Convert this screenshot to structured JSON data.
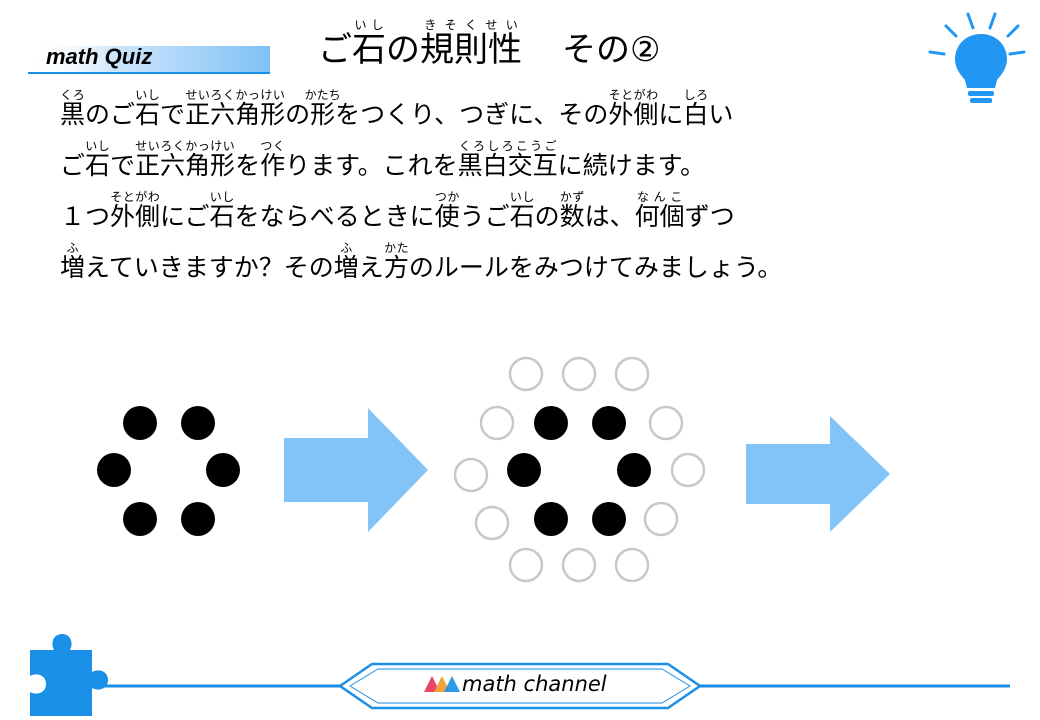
{
  "header": {
    "banner_label": "math Quiz",
    "title": [
      {
        "base": "ご",
        "ruby": ""
      },
      {
        "base": "石",
        "ruby": "いし"
      },
      {
        "base": "の",
        "ruby": ""
      },
      {
        "base": "規則性",
        "ruby": "きそくせい"
      }
    ],
    "title_suffix": "その②"
  },
  "question": {
    "lines": [
      [
        {
          "base": "黒",
          "ruby": "くろ"
        },
        {
          "base": "のご",
          "ruby": ""
        },
        {
          "base": "石",
          "ruby": "いし"
        },
        {
          "base": "で",
          "ruby": ""
        },
        {
          "base": "正六角形",
          "ruby": "せいろくかっけい"
        },
        {
          "base": "の",
          "ruby": ""
        },
        {
          "base": "形",
          "ruby": "かたち"
        },
        {
          "base": "をつくり、つぎに、その",
          "ruby": ""
        },
        {
          "base": "外側",
          "ruby": "そとがわ"
        },
        {
          "base": "に",
          "ruby": ""
        },
        {
          "base": "白",
          "ruby": "しろ"
        },
        {
          "base": "い",
          "ruby": ""
        }
      ],
      [
        {
          "base": "ご",
          "ruby": ""
        },
        {
          "base": "石",
          "ruby": "いし"
        },
        {
          "base": "で",
          "ruby": ""
        },
        {
          "base": "正六角形",
          "ruby": "せいろくかっけい"
        },
        {
          "base": "を",
          "ruby": ""
        },
        {
          "base": "作",
          "ruby": "つく"
        },
        {
          "base": "ります。これを",
          "ruby": ""
        },
        {
          "base": "黒白交互",
          "ruby": "くろしろこうご"
        },
        {
          "base": "に続けます。",
          "ruby": ""
        }
      ],
      [
        {
          "base": "１つ",
          "ruby": ""
        },
        {
          "base": "外側",
          "ruby": "そとがわ"
        },
        {
          "base": "にご",
          "ruby": ""
        },
        {
          "base": "石",
          "ruby": "いし"
        },
        {
          "base": "をならべるときに",
          "ruby": ""
        },
        {
          "base": "使",
          "ruby": "つか"
        },
        {
          "base": "うご",
          "ruby": ""
        },
        {
          "base": "石",
          "ruby": "いし"
        },
        {
          "base": "の",
          "ruby": ""
        },
        {
          "base": "数",
          "ruby": "かず"
        },
        {
          "base": "は、",
          "ruby": ""
        },
        {
          "base": "何個",
          "ruby": "なんこ"
        },
        {
          "base": "ずつ",
          "ruby": ""
        }
      ],
      [
        {
          "base": "増",
          "ruby": "ふ"
        },
        {
          "base": "えていきますか？その",
          "ruby": ""
        },
        {
          "base": "増",
          "ruby": "ふ"
        },
        {
          "base": "え",
          "ruby": ""
        },
        {
          "base": "方",
          "ruby": "かた"
        },
        {
          "base": "のルールをみつけてみましょう。",
          "ruby": ""
        }
      ]
    ]
  },
  "colors": {
    "banner": "#1a8fe8",
    "bulb": "#2196f3",
    "arrow": "#82c4f8",
    "black_stone": "#000000",
    "white_stone_stroke": "#c8c8c8",
    "footer_line": "#1a8fe8",
    "puzzle": "#1a8fe8"
  },
  "icons": {
    "bulb": "lightbulb-icon",
    "puzzle": "puzzle-piece-icon",
    "logo": "math-channel-logo-icon"
  },
  "footer": {
    "label": "math channel"
  }
}
